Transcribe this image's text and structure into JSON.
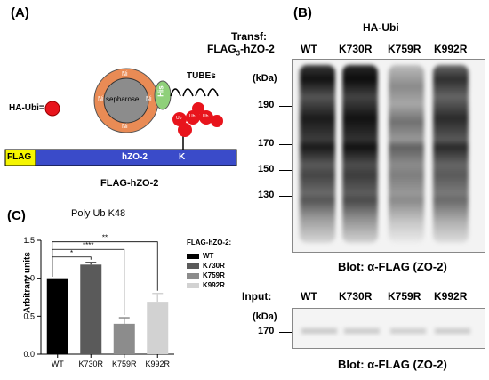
{
  "panel_a": {
    "label": "(A)",
    "ha_ubi_label": "HA-Ubi=",
    "flag_label": "FLAG",
    "hzo2_label": "hZO-2",
    "k_label": "K",
    "tubes_label": "TUBEs",
    "his_label": "His",
    "sepharose_label": "sepharose",
    "ni_label": "Ni",
    "ubi_bead_label": "Ub",
    "construct_label": "FLAG-hZO-2",
    "colors": {
      "flag": "#f5f500",
      "bar": "#3a4bc9",
      "bead_outer": "#e98b55",
      "bead_inner": "#8c8c8c",
      "his": "#8fd07a",
      "ubi": "#e8141c"
    }
  },
  "panel_b": {
    "label": "(B)",
    "transf_label": "Transf:",
    "flag_construct_label": "FLAG",
    "flag_sub": "3",
    "flag_suffix": "-hZO-2",
    "ha_ubi_header": "HA-Ubi",
    "lanes": [
      "WT",
      "K730R",
      "K759R",
      "K992R"
    ],
    "kda_label": "(kDa)",
    "markers": [
      "190",
      "170",
      "150",
      "130"
    ],
    "blot_label": "Blot: α-FLAG (ZO-2)",
    "input_label": "Input:",
    "input_lanes": [
      "WT",
      "K730R",
      "K759R",
      "K992R"
    ],
    "input_kda_label": "(kDa)",
    "input_marker": "170",
    "input_blot_label": "Blot: α-FLAG (ZO-2)"
  },
  "panel_c": {
    "label": "(C)",
    "legend_title": "FLAG-hZO-2:",
    "significance": [
      "*",
      "****",
      "**"
    ]
  },
  "chart_data": {
    "type": "bar",
    "title": "Poly Ub K48",
    "ylabel": "Arbitrary units",
    "xlabel": "",
    "categories": [
      "WT",
      "K730R",
      "K759R",
      "K992R"
    ],
    "values": [
      1.0,
      1.18,
      0.4,
      0.69
    ],
    "errors": [
      0.0,
      0.03,
      0.08,
      0.11
    ],
    "colors": [
      "#000000",
      "#5a5a5a",
      "#8c8c8c",
      "#d2d2d2"
    ],
    "ylim": [
      0,
      1.5
    ],
    "yticks": [
      "0.0",
      "0.5",
      "1.0",
      "1.5"
    ],
    "legend": [
      "WT",
      "K730R",
      "K759R",
      "K992R"
    ]
  }
}
